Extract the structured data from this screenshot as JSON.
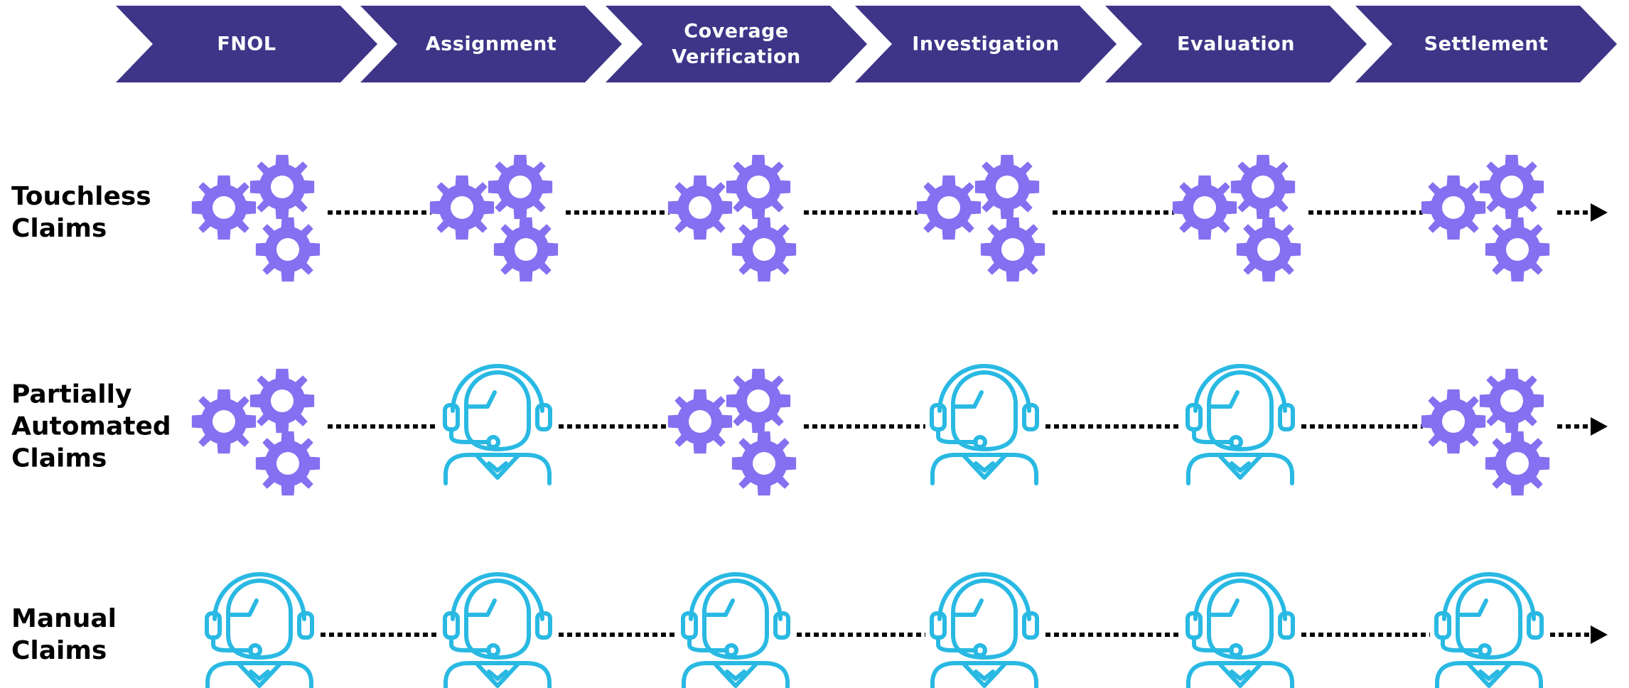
{
  "stages": [
    {
      "lines": [
        "FNOL"
      ]
    },
    {
      "lines": [
        "Assignment"
      ]
    },
    {
      "lines": [
        "Coverage",
        "Verification"
      ]
    },
    {
      "lines": [
        "Investigation"
      ]
    },
    {
      "lines": [
        "Evaluation"
      ]
    },
    {
      "lines": [
        "Settlement"
      ]
    }
  ],
  "rows": [
    {
      "lines": [
        "Touchless",
        "Claims"
      ],
      "steps": [
        "gears",
        "gears",
        "gears",
        "gears",
        "gears",
        "gears"
      ]
    },
    {
      "lines": [
        "Partially",
        "Automated",
        "Claims"
      ],
      "steps": [
        "gears",
        "agent",
        "gears",
        "agent",
        "agent",
        "gears"
      ]
    },
    {
      "lines": [
        "Manual",
        "Claims"
      ],
      "steps": [
        "agent",
        "agent",
        "agent",
        "agent",
        "agent",
        "agent"
      ]
    }
  ],
  "colors": {
    "stage_fill": "#3E3588",
    "stage_text": "#FFFFFF",
    "gear": "#8470F0",
    "agent": "#29B9E3",
    "connector": "#000000",
    "label": "#000000"
  },
  "icons": {
    "gears": "gears-icon",
    "agent": "agent-headset-icon"
  }
}
